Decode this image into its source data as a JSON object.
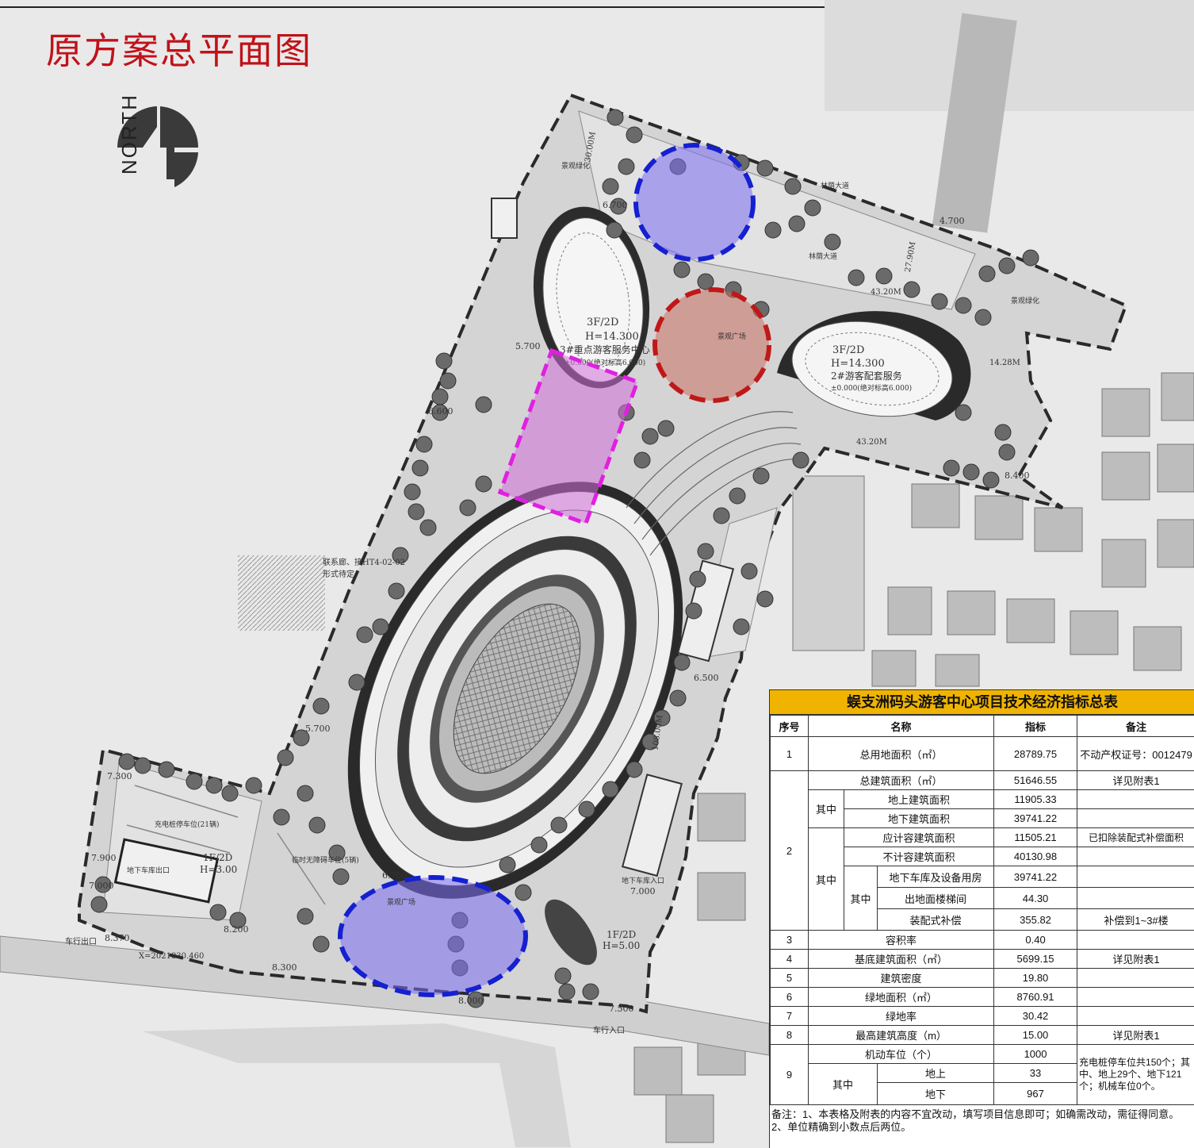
{
  "title": "原方案总平面图",
  "north_label": "NORTH",
  "plan_labels": {
    "bld1_floors": "3F/2D",
    "bld1_height": "H=14.300",
    "bld1_name": "3#重点游客服务中心",
    "bld1_level": "±0.000(绝对标高6.000)",
    "bld2_floors": "3F/2D",
    "bld2_height": "H=14.300",
    "bld2_name": "2#游客配套服务",
    "bld2_level": "±0.000(绝对标高6.000)",
    "bld3_floors": "1F/2D",
    "bld3_height": "H=5.00",
    "bld4_floors": "1F/2D",
    "bld4_height": "H=3.00",
    "linkway_note_1": "联系廊、接HT4-02-02",
    "linkway_note_2": "形式待定",
    "landscape_green": "景观绿化",
    "forest_avenue": "林荫大道",
    "landscape_plaza": "景观广场",
    "charging_parking": "充电桩停车位(21辆)",
    "temp_parking": "临时无障碍车位(5辆)",
    "garage_exit": "地下车库出口",
    "garage_entry": "地下车库入口",
    "vehicle_exit": "车行出口",
    "vehicle_entry": "车行入口",
    "coord": "X=2021830.460",
    "elev_7300": "7.300",
    "elev_7900": "7.900",
    "elev_7000": "7.000",
    "elev_8370": "8.370",
    "elev_8200": "8.200",
    "elev_8300": "8.300",
    "elev_8000": "8.000",
    "elev_7500": "7.500",
    "elev_6700": "6.700",
    "elev_5700": "5.700",
    "elev_6600": "6.600",
    "elev_6500": "6.500",
    "elev_8400": "8.400",
    "elev_4700": "4.700",
    "dim_43_20": "43.20M",
    "dim_14_28": "14.28M",
    "dim_27_90": "27.90M",
    "dim_30_00": "30.00M",
    "dim_108": "108.00M"
  },
  "table": {
    "title": "蜈支洲码头游客中心项目技术经济指标总表",
    "headers": [
      "序号",
      "名称",
      "指标",
      "备注"
    ],
    "rows": {
      "r1": {
        "no": "1",
        "name": "总用地面积（㎡）",
        "value": "28789.75",
        "note": "不动产权证号：0012479"
      },
      "r2": {
        "no": "2",
        "name": "总建筑面积（㎡）",
        "value": "51646.55",
        "note": "详见附表1"
      },
      "r2a_group": "其中",
      "r2a": {
        "name": "地上建筑面积",
        "value": "11905.33",
        "note": ""
      },
      "r2b": {
        "name": "地下建筑面积",
        "value": "39741.22",
        "note": ""
      },
      "r2c_group": "其中",
      "r2c": {
        "name": "应计容建筑面积",
        "value": "11505.21",
        "note": "已扣除装配式补偿面积"
      },
      "r2d": {
        "name": "不计容建筑面积",
        "value": "40130.98",
        "note": ""
      },
      "r2e_group": "其中",
      "r2e_sub": "其中",
      "r2e": {
        "name": "地下车库及设备用房",
        "value": "39741.22",
        "note": ""
      },
      "r2f": {
        "name": "出地面楼梯间",
        "value": "44.30",
        "note": ""
      },
      "r2g": {
        "name": "装配式补偿",
        "value": "355.82",
        "note": "补偿到1~3#楼"
      },
      "r3": {
        "no": "3",
        "name": "容积率",
        "value": "0.40",
        "note": ""
      },
      "r4": {
        "no": "4",
        "name": "基底建筑面积（㎡）",
        "value": "5699.15",
        "note": "详见附表1"
      },
      "r5": {
        "no": "5",
        "name": "建筑密度",
        "value": "19.80",
        "note": ""
      },
      "r6": {
        "no": "6",
        "name": "绿地面积（㎡）",
        "value": "8760.91",
        "note": ""
      },
      "r7": {
        "no": "7",
        "name": "绿地率",
        "value": "30.42",
        "note": ""
      },
      "r8": {
        "no": "8",
        "name": "最高建筑高度（m）",
        "value": "15.00",
        "note": "详见附表1"
      },
      "r9": {
        "no": "9",
        "name": "机动车位（个）",
        "value": "1000",
        "note": "充电桩停车位共150个；其中、地上29个、地下121个；机械车位0个。"
      },
      "r9_group": "其中",
      "r9a": {
        "name": "地上",
        "value": "33"
      },
      "r9b": {
        "name": "地下",
        "value": "967"
      }
    },
    "footnote": "备注：1、本表格及附表的内容不宜改动，填写项目信息即可；如确需改动，需征得同意。2、单位精确到小数点后两位。"
  },
  "colors": {
    "title_red": "#c0121a",
    "table_header_yellow": "#f0b400",
    "blue_highlight": "#1520d0",
    "red_highlight": "#c01818",
    "magenta_highlight": "#e020e0"
  }
}
